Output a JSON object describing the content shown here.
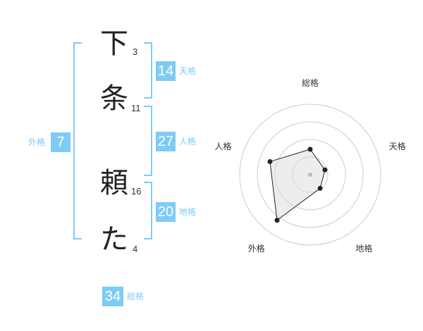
{
  "name": {
    "characters": [
      {
        "char": "下",
        "strokes": "3"
      },
      {
        "char": "条",
        "strokes": "11"
      },
      {
        "char": "頼",
        "strokes": "16"
      },
      {
        "char": "た",
        "strokes": "4"
      }
    ]
  },
  "kakusu": {
    "tenkaku": {
      "value": "14",
      "label": "天格"
    },
    "jinkaku": {
      "value": "27",
      "label": "人格"
    },
    "chikaku": {
      "value": "20",
      "label": "地格"
    },
    "gaikaku": {
      "value": "7",
      "label": "外格"
    },
    "soukaku": {
      "value": "34",
      "label": "総格"
    }
  },
  "colors": {
    "accent": "#7ecbf5",
    "text": "#333333",
    "ring": "#cccccc",
    "fill": "#f2f2f2"
  },
  "chart_data": {
    "type": "radar",
    "axes": [
      "総格",
      "天格",
      "地格",
      "外格",
      "人格"
    ],
    "values": [
      0.36,
      0.22,
      0.24,
      0.8,
      0.6
    ],
    "rings": 4,
    "range": [
      0,
      1
    ]
  }
}
